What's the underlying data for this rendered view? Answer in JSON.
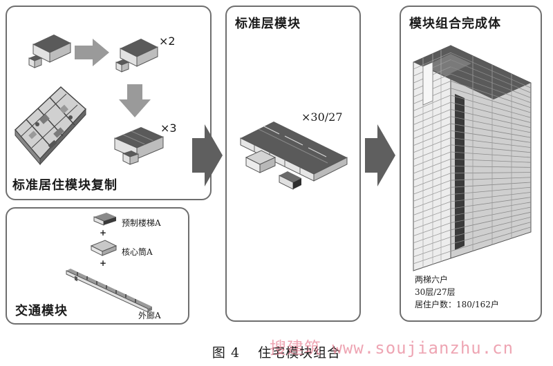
{
  "panels": {
    "standard_residential": {
      "title": "标准居住模块复制",
      "multipliers": [
        "×2",
        "×3"
      ]
    },
    "transport": {
      "title": "交通模块",
      "items": [
        "预制楼梯A",
        "核心筒A",
        "外廊A"
      ],
      "plus": "+"
    },
    "standard_floor": {
      "title": "标准层模块",
      "multiplier": "×30/27"
    },
    "assembly": {
      "title": "模块组合完成体",
      "notes": [
        "两梯六户",
        "30层/27层",
        "居住户数：180/162户"
      ]
    }
  },
  "caption": {
    "figure": "图 4",
    "text": "住宅模块组合"
  },
  "watermark": "搜建筑 www.soujianzhu.cn",
  "colors": {
    "border": "#6e6e6e",
    "arrow": "#5f5f5f",
    "module_top": "#5a5a5a",
    "module_side": "#d9d9d9"
  }
}
